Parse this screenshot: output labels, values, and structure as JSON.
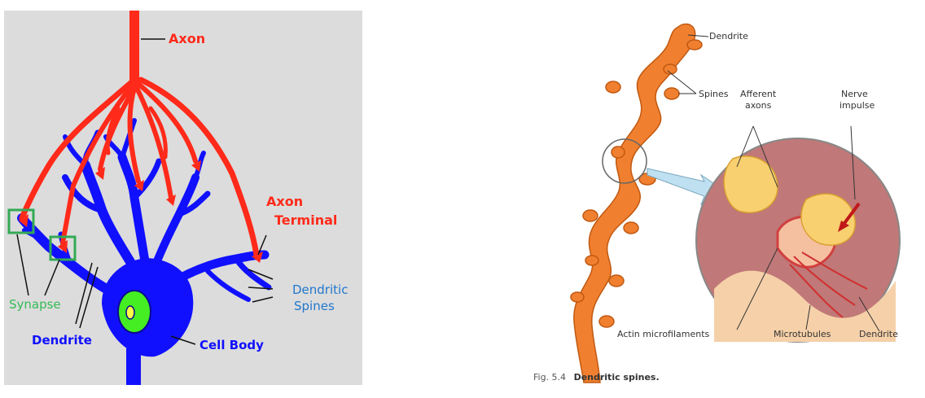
{
  "neuron_diagram": {
    "labels": {
      "axon": "Axon",
      "axon_terminal_line1": "Axon",
      "axon_terminal_line2": "Terminal",
      "dendritic_spines_line1": "Dendritic",
      "dendritic_spines_line2": "Spines",
      "synapse": "Synapse",
      "dendrite": "Dendrite",
      "cell_body": "Cell Body"
    },
    "colors": {
      "background": "#dcdcdc",
      "axon": "#ff2a1a",
      "dendrite": "#1010ff",
      "nucleus": "#44ee22",
      "nucleolus": "#ffff44",
      "synapse_box": "#33aa55",
      "synapse_text": "#33bb55",
      "spines_text": "#2277cc"
    }
  },
  "spine_figure": {
    "labels": {
      "dendrite_top": "Dendrite",
      "spines": "Spines",
      "afferent_line1": "Afferent",
      "afferent_line2": "axons",
      "nerve_line1": "Nerve",
      "nerve_line2": "impulse",
      "actin": "Actin microfilaments",
      "microtubules": "Microtubules",
      "dendrite_bottom": "Dendrite"
    },
    "caption_prefix": "Fig. 5.4",
    "caption_title": "Dendritic spines.",
    "colors": {
      "dendrite": "#f08030",
      "circle_bg": "#c07878",
      "axon_terminal": "#f8d070",
      "arrow_fill": "#bfe0f0"
    }
  }
}
